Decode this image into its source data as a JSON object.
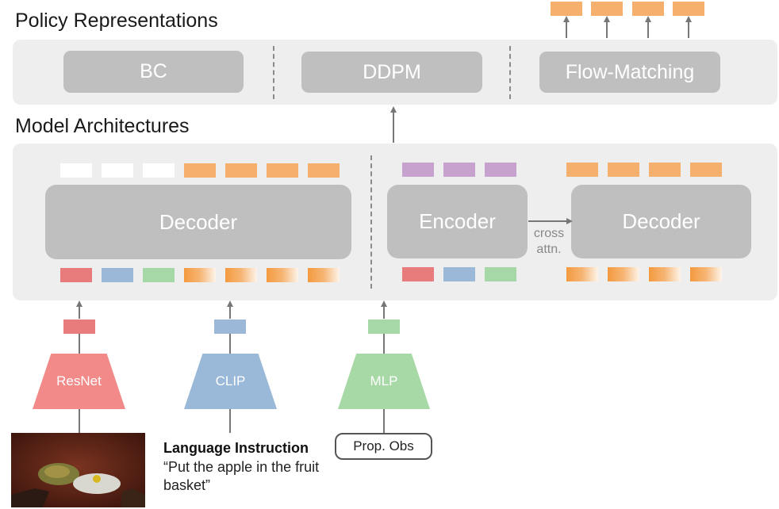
{
  "titles": {
    "policy": "Policy Representations",
    "model": "Model Architectures"
  },
  "policy_methods": [
    "BC",
    "DDPM",
    "Flow-Matching"
  ],
  "architecture": {
    "left_decoder": "Decoder",
    "encoder": "Encoder",
    "right_decoder": "Decoder",
    "cross_attn": "cross attn."
  },
  "encoders": {
    "vision": "ResNet",
    "language": "CLIP",
    "proprio": "MLP"
  },
  "inputs": {
    "prop_obs": "Prop. Obs",
    "language_title": "Language Instruction",
    "language_text": "“Put the apple in the fruit basket”"
  },
  "colors": {
    "vision_token": "#e87b7b",
    "language_token": "#9cb8d9",
    "proprio_token": "#a6d7a6",
    "action_token": "#f5b06e",
    "encoder_token": "#c8a2cf"
  }
}
